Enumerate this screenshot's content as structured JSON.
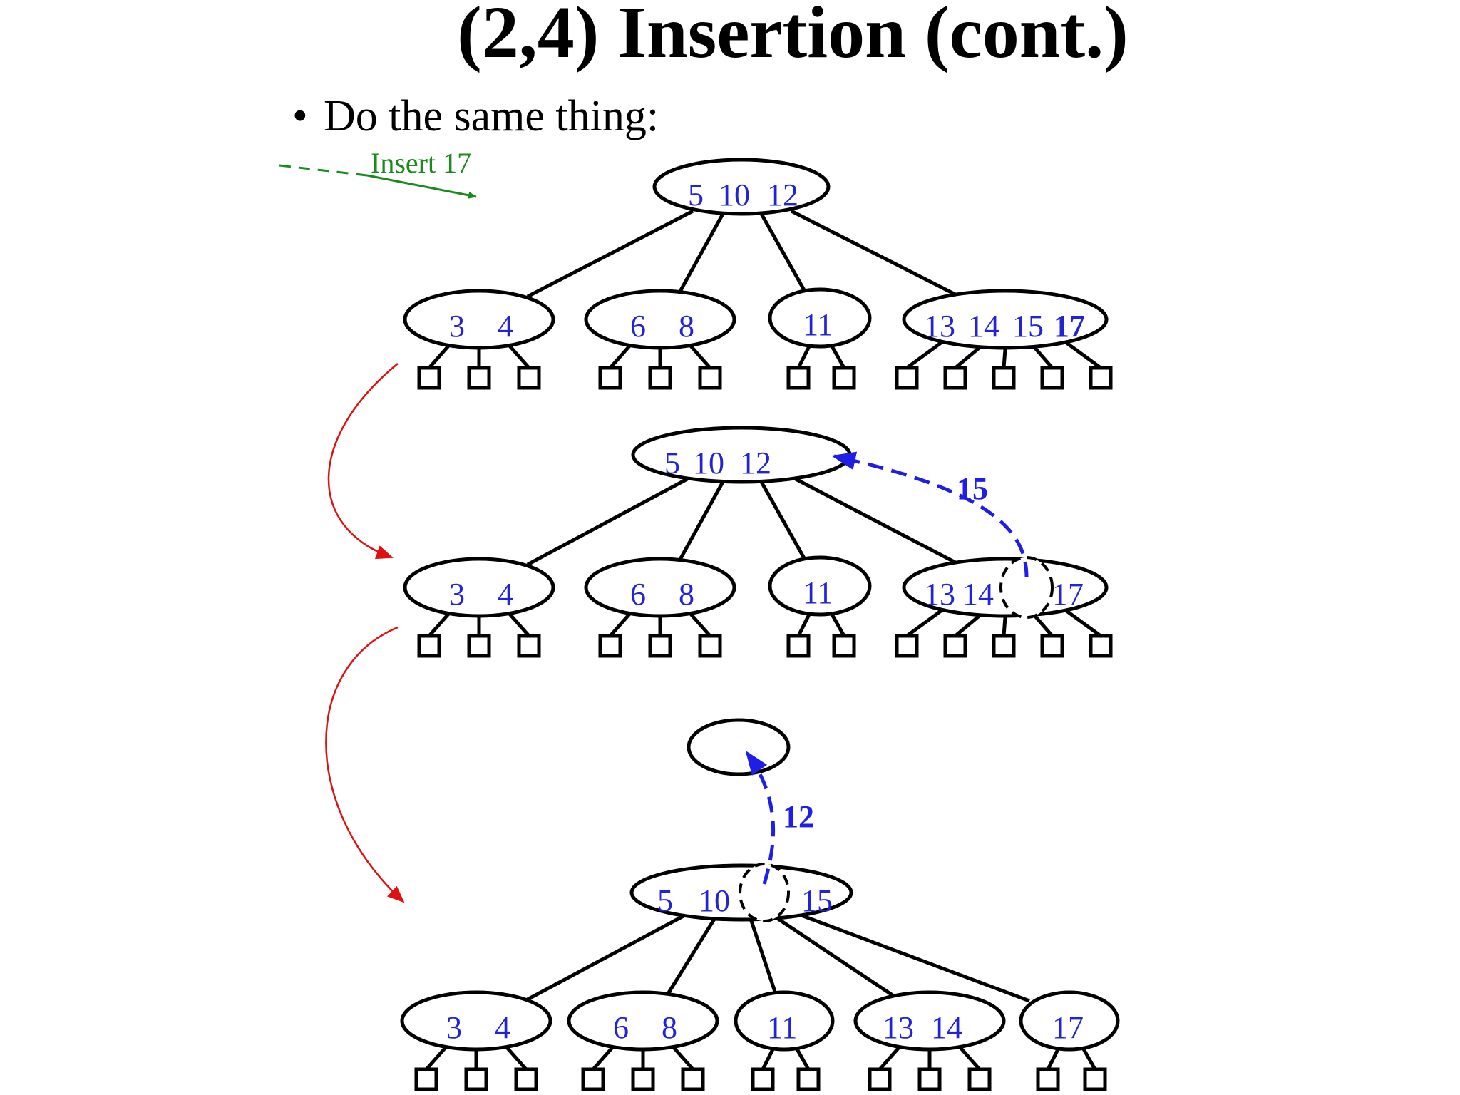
{
  "title": "(2,4) Insertion (cont.)",
  "bullet": {
    "marker": "•",
    "text": "Do the same thing:"
  },
  "insert_label": "Insert 17",
  "colors": {
    "keys": "#2323d6",
    "insert_arrow": "#1a8a1a",
    "flow_arrows": "#e01010",
    "promote_arrows": "#1e1ee6",
    "lines": "#000000"
  },
  "stages": [
    {
      "root": {
        "keys": [
          "5",
          "10",
          "12"
        ]
      },
      "children": [
        {
          "keys": [
            "3",
            "4"
          ],
          "leaves": 3
        },
        {
          "keys": [
            "6",
            "8"
          ],
          "leaves": 3
        },
        {
          "keys": [
            "11"
          ],
          "leaves": 2
        },
        {
          "keys": [
            "13",
            "14",
            "15",
            "17"
          ],
          "leaves": 5
        }
      ]
    },
    {
      "root": {
        "keys": [
          "5",
          "10",
          "12"
        ]
      },
      "promoted_key": "15",
      "children": [
        {
          "keys": [
            "3",
            "4"
          ],
          "leaves": 3
        },
        {
          "keys": [
            "6",
            "8"
          ],
          "leaves": 3
        },
        {
          "keys": [
            "11"
          ],
          "leaves": 2
        },
        {
          "keys": [
            "13",
            "14",
            "17"
          ],
          "leaves": 5
        }
      ]
    },
    {
      "new_root": {
        "keys": []
      },
      "promoted_key": "12",
      "middle": {
        "keys": [
          "5",
          "10",
          "15"
        ]
      },
      "children": [
        {
          "keys": [
            "3",
            "4"
          ],
          "leaves": 3
        },
        {
          "keys": [
            "6",
            "8"
          ],
          "leaves": 3
        },
        {
          "keys": [
            "11"
          ],
          "leaves": 2
        },
        {
          "keys": [
            "13",
            "14"
          ],
          "leaves": 3
        },
        {
          "keys": [
            "17"
          ],
          "leaves": 2
        }
      ]
    }
  ]
}
